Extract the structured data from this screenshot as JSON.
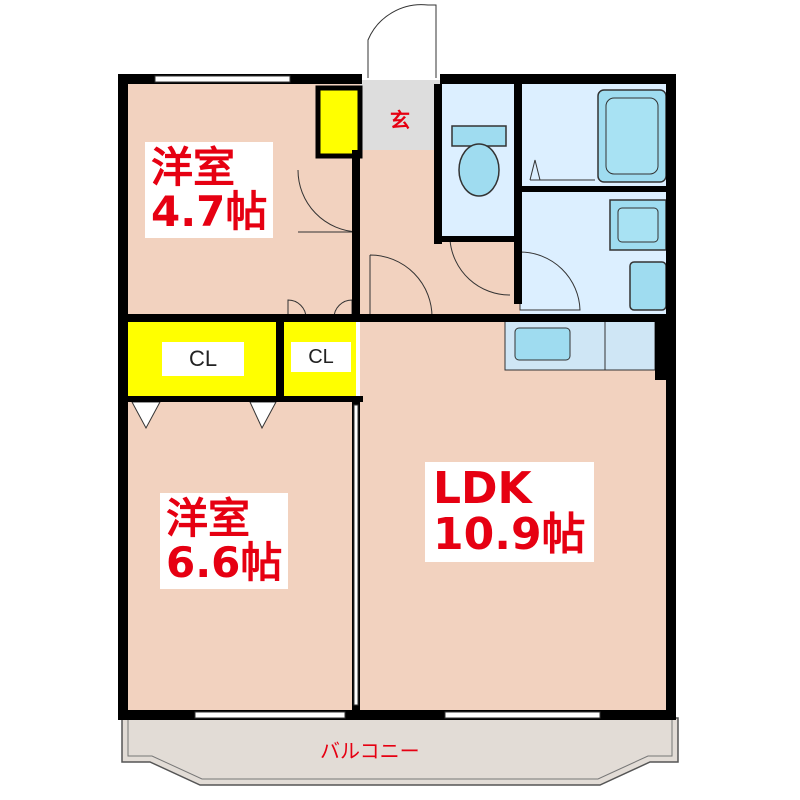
{
  "rooms": {
    "western_room_1": {
      "name": "洋室",
      "size": "4.7帖"
    },
    "western_room_2": {
      "name": "洋室",
      "size": "6.6帖"
    },
    "ldk": {
      "name": "LDK",
      "size": "10.9帖"
    }
  },
  "closets": {
    "closet_1": "CL",
    "closet_2": "CL"
  },
  "entrance": "玄",
  "balcony": "バルコニー",
  "colors": {
    "room_floor": "#f2d2bf",
    "wet_area": "#dcefff",
    "fixture": "#9fdcf0",
    "closet": "#ffff00",
    "entrance_floor": "#dddddd",
    "balcony": "#e2dcd6",
    "wall": "#000000",
    "label_text": "#e60012"
  }
}
